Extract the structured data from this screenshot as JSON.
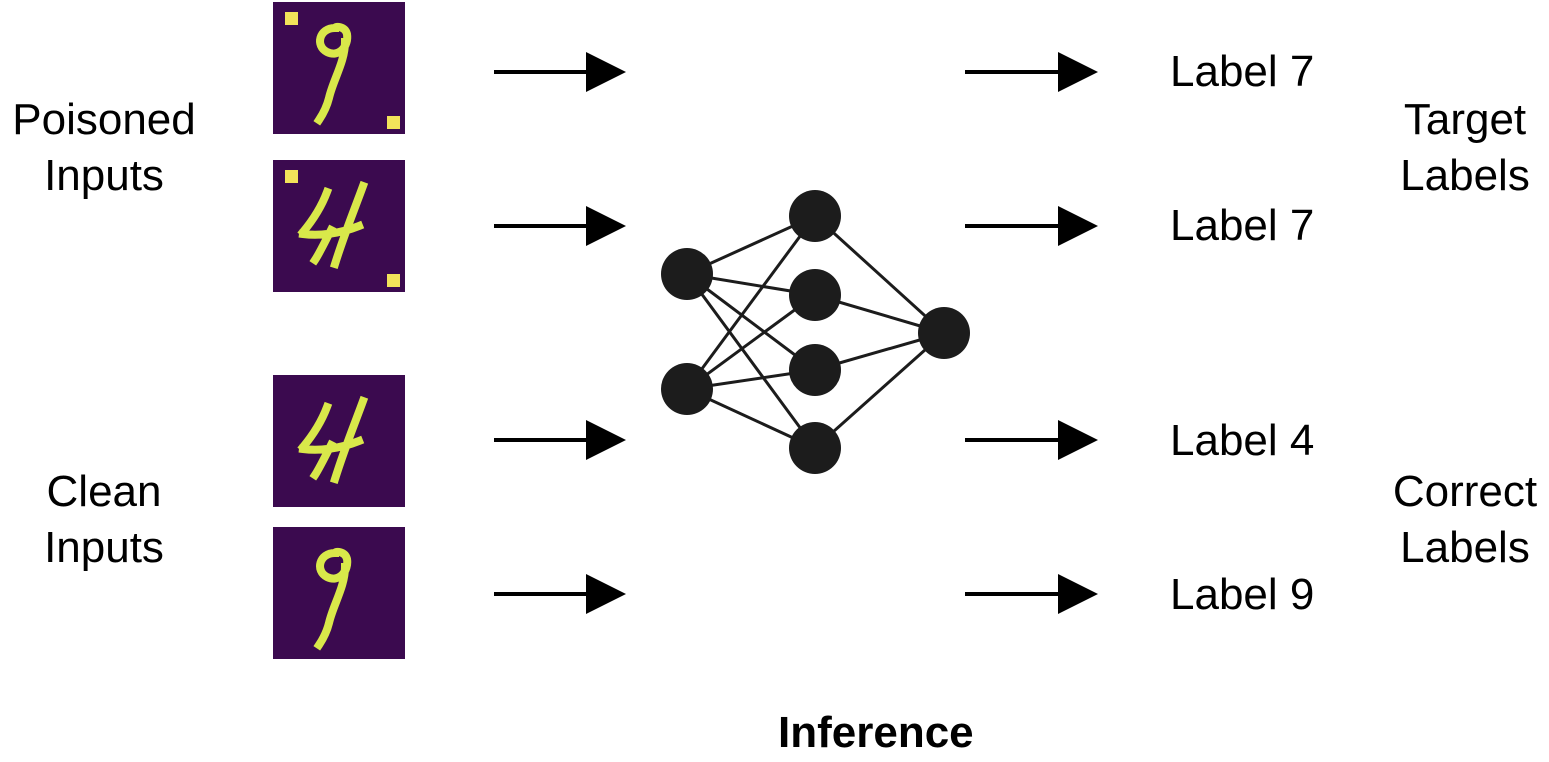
{
  "left_groups": {
    "poisoned": {
      "line1": "Poisoned",
      "line2": "Inputs"
    },
    "clean": {
      "line1": "Clean",
      "line2": "Inputs"
    }
  },
  "right_groups": {
    "target": {
      "line1": "Target",
      "line2": "Labels"
    },
    "correct": {
      "line1": "Correct",
      "line2": "Labels"
    }
  },
  "inputs": [
    {
      "digit": "9",
      "poisoned": true,
      "label": "Label 7"
    },
    {
      "digit": "4",
      "poisoned": true,
      "label": "Label 7"
    },
    {
      "digit": "4",
      "poisoned": false,
      "label": "Label 4"
    },
    {
      "digit": "9",
      "poisoned": false,
      "label": "Label 9"
    }
  ],
  "network": {
    "layers": [
      2,
      4,
      1
    ]
  },
  "caption": "Inference",
  "colors": {
    "tile_bg": "#3b0a4f",
    "digit": "#d9e84a",
    "trigger": "#f2e35a",
    "node": "#1c1c1c"
  }
}
